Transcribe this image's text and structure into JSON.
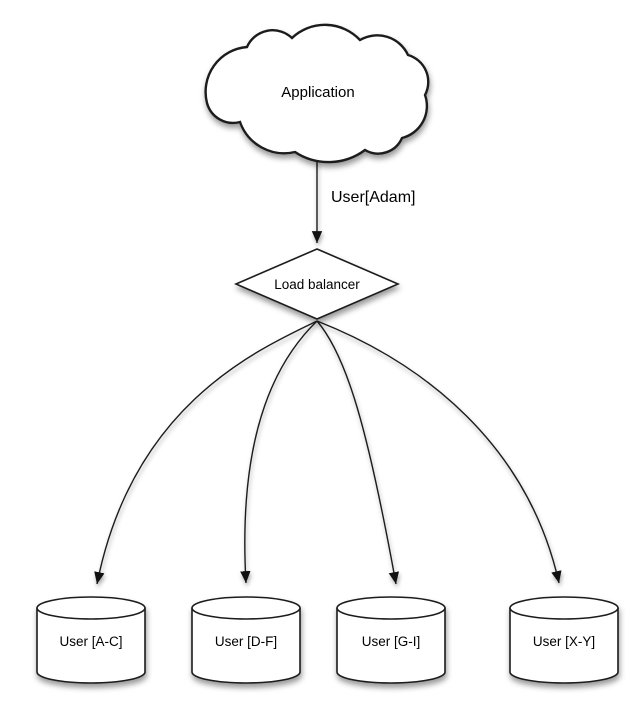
{
  "diagram": {
    "background_color": "#ffffff",
    "stroke_color": "#1c1c1c",
    "shape_fill": "#ffffff",
    "text_color": "#000000",
    "nodes": {
      "application": {
        "label": "Application",
        "shape": "cloud"
      },
      "load_balancer": {
        "label": "Load balancer",
        "shape": "diamond"
      },
      "shards": [
        {
          "label": "User [A-C]",
          "shape": "cylinder"
        },
        {
          "label": "User [D-F]",
          "shape": "cylinder"
        },
        {
          "label": "User [G-I]",
          "shape": "cylinder"
        },
        {
          "label": "User [X-Y]",
          "shape": "cylinder"
        }
      ]
    },
    "edges": {
      "application_to_lb": {
        "label": "User[Adam]"
      }
    }
  }
}
